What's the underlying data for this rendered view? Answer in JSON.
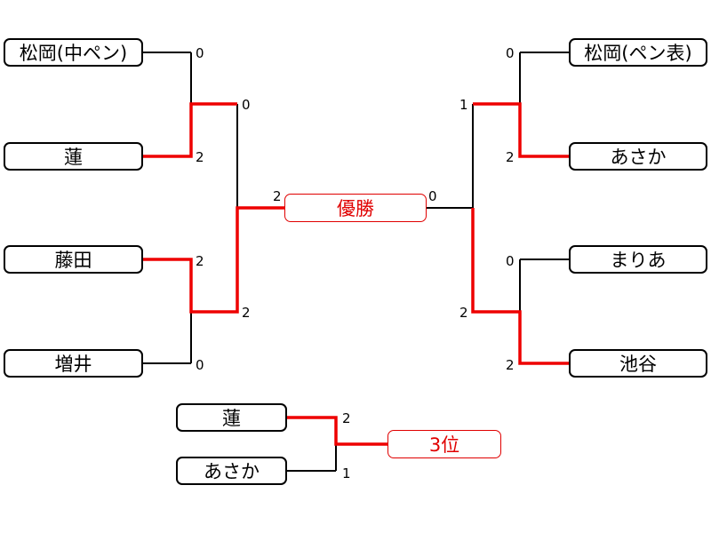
{
  "colors": {
    "winner_line": "#ee0000",
    "line": "#000000",
    "result_text": "#e00000"
  },
  "left_bracket": {
    "players": [
      "松岡(中ペン)",
      "蓮",
      "藤田",
      "増井"
    ],
    "round1_scores": [
      "0",
      "2",
      "2",
      "0"
    ],
    "round2_scores": [
      "0",
      "2"
    ]
  },
  "right_bracket": {
    "players": [
      "松岡(ペン表)",
      "あさか",
      "まりあ",
      "池谷"
    ],
    "round1_scores": [
      "0",
      "2",
      "0",
      "2"
    ],
    "round2_scores": [
      "1",
      "2"
    ]
  },
  "final": {
    "label": "優勝",
    "left_score": "2",
    "right_score": "0"
  },
  "third_place": {
    "players": [
      "蓮",
      "あさか"
    ],
    "scores": [
      "2",
      "1"
    ],
    "label": "3位"
  }
}
